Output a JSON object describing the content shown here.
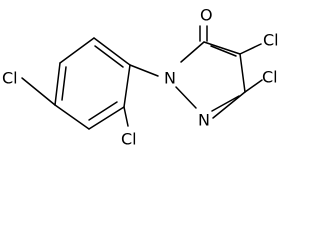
{
  "molecule": {
    "atoms": {
      "o1": "O",
      "n1": "N",
      "n2": "N",
      "cl_left": "Cl",
      "cl_ortho": "Cl",
      "cl_top": "Cl",
      "cl_right": "Cl"
    }
  }
}
